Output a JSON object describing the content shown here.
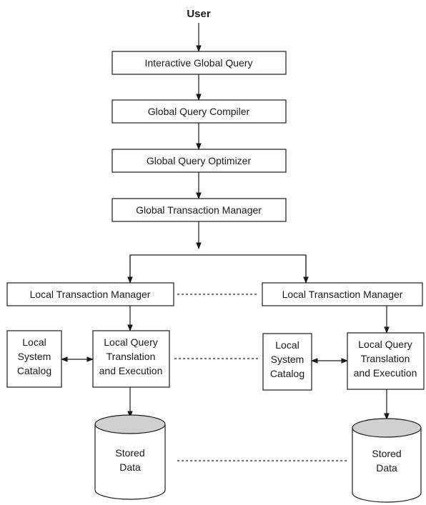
{
  "user": "User",
  "pipeline": {
    "interactive": "Interactive Global Query",
    "compiler": "Global Query Compiler",
    "optimizer": "Global Query Optimizer",
    "global_tm": "Global Transaction Manager"
  },
  "site_left": {
    "ltm": "Local Transaction Manager",
    "catalog": [
      "Local",
      "System",
      "Catalog"
    ],
    "exec": [
      "Local Query",
      "Translation",
      "and Execution"
    ],
    "data": [
      "Stored",
      "Data"
    ]
  },
  "site_right": {
    "ltm": "Local Transaction Manager",
    "catalog": [
      "Local",
      "System",
      "Catalog"
    ],
    "exec": [
      "Local Query",
      "Translation",
      "and Execution"
    ],
    "data": [
      "Stored",
      "Data"
    ]
  }
}
